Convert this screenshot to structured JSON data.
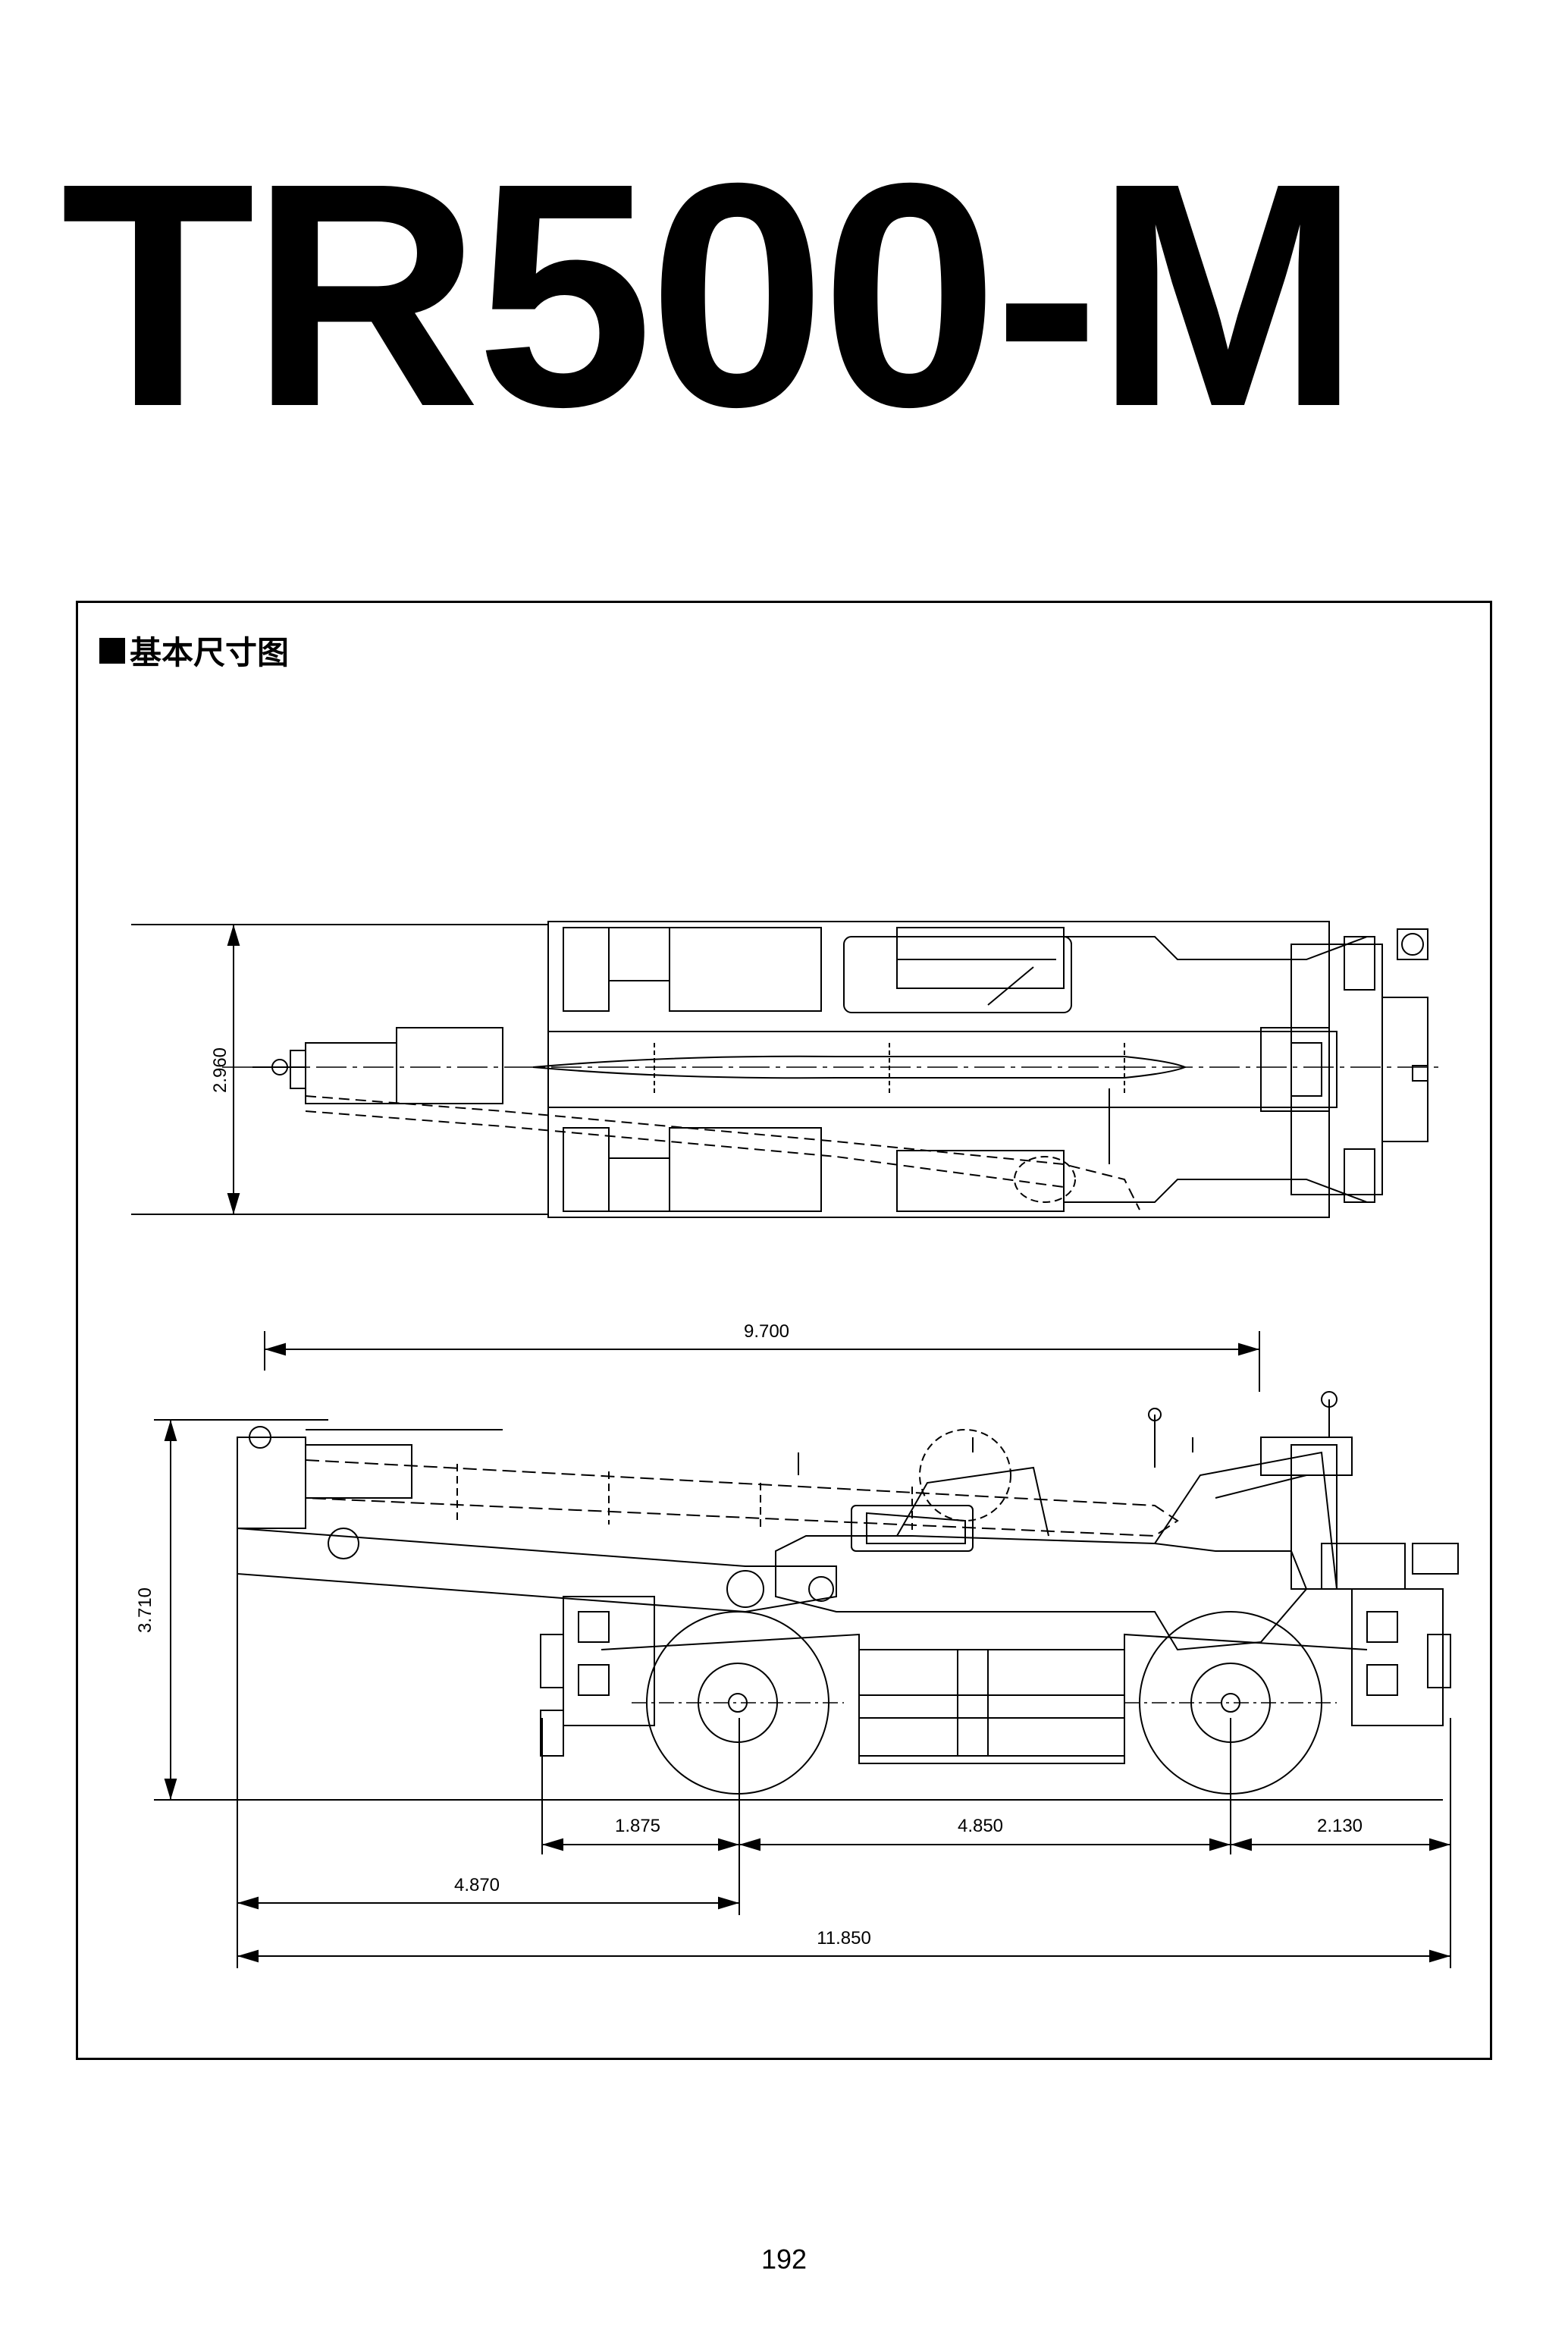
{
  "title": "TR500-M",
  "section_title": "基本尺寸图",
  "top_view": {
    "width_label": "2.960"
  },
  "side_view": {
    "boom_length_label": "9.700",
    "height_label": "3.710",
    "front_overhang_label": "1.875",
    "wheelbase_label": "4.850",
    "rear_overhang_label": "2.130",
    "boom_overhang_label": "4.870",
    "overall_length_label": "11.850"
  },
  "page_number": "192"
}
